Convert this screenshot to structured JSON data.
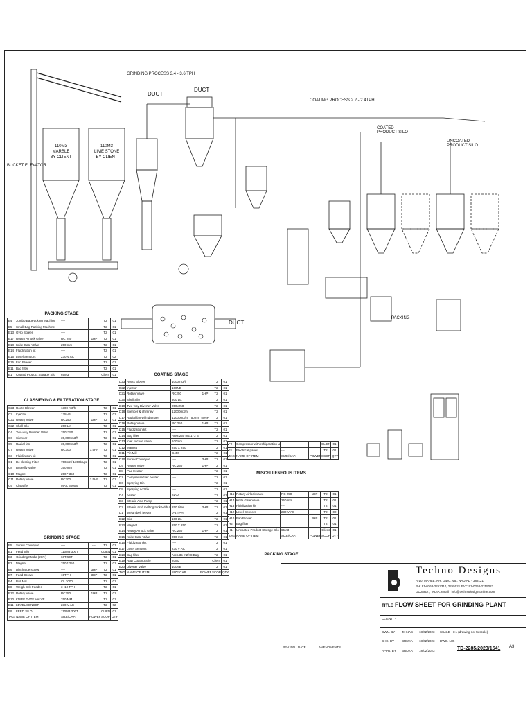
{
  "process_labels": {
    "grinding": "GRINDING PROCESS 3.4 - 3.6 TPH",
    "coating": "COATING PROCESS 2.2 - 2.4TPH",
    "duct1": "DUCT",
    "duct2": "DUCT",
    "duct3": "DUCT",
    "bucket": "BUCKET ELEVATOR",
    "silo1": [
      "110M3",
      "MARBLE",
      "BY CLIENT"
    ],
    "silo2": [
      "110M3",
      "LIME STONE",
      "BY CLIENT"
    ],
    "coated_silo": "COATED PRODUCT SILO",
    "uncoated_silo": "UNCOATED PRODUCT SILO",
    "packing": "PACKING"
  },
  "tables": {
    "packing1": {
      "title": "PACKING STAGE",
      "rows": [
        [
          "E4",
          "Jumbo BagPacking Machine",
          "----",
          "",
          "T2",
          "01"
        ],
        [
          "E5",
          "Small Bag Packing Machine",
          "----",
          "",
          "T2",
          "01"
        ],
        [
          "E13",
          "Gyro Screen",
          "----",
          "",
          "T2",
          "01"
        ],
        [
          "E17",
          "Rotary Airlock valve",
          "RC 250",
          "1HP",
          "T2",
          "01"
        ],
        [
          "E18",
          "Knife Gate Valve",
          "250 mm",
          "",
          "T2",
          "01"
        ],
        [
          "E14",
          "Fluidization kit",
          "----",
          "",
          "T2",
          "01"
        ],
        [
          "E15",
          "Level Sensors",
          "230 V AC",
          "",
          "T2",
          "02"
        ],
        [
          "E16",
          "Fan Blower",
          "",
          "",
          "T2",
          "01"
        ],
        [
          "E11",
          "Bag filter",
          "",
          "",
          "T2",
          "01"
        ],
        [
          "E1",
          "Coated Product Storage Silo",
          "65M3",
          "",
          "Client",
          "01"
        ]
      ]
    },
    "classify": {
      "title": "CLASSIFYING & FILTERATION STAGE",
      "rows": [
        [
          "C23",
          "Roots Blower",
          "1300 m3/h",
          "",
          "T2",
          "01"
        ],
        [
          "C2",
          "Injector",
          "125NB",
          "",
          "T2",
          "01"
        ],
        [
          "C21",
          "Rotary Valve",
          "RC250",
          "1HP",
          "T2",
          "01"
        ],
        [
          "C22",
          "Shell Silo",
          "250 Ltr.",
          "",
          "T2",
          "01"
        ],
        [
          "C4",
          "Two-way Diverter Valve",
          "250x250",
          "",
          "T2",
          "01"
        ],
        [
          "C6",
          "Silencer",
          "35,000 m3/h",
          "",
          "T2",
          "01"
        ],
        [
          "C5",
          "Radial fan",
          "35,000 m3/h",
          "",
          "T2",
          "01"
        ],
        [
          "C7",
          "Rotary Valve",
          "RC300",
          "1.5HP",
          "T2",
          "01"
        ],
        [
          "C3",
          "Fluidization kit",
          "----",
          "",
          "T2",
          "01"
        ],
        [
          "C1",
          "De-dusting Filter",
          "750m2 / 1350bags",
          "",
          "T2",
          "01"
        ],
        [
          "C8",
          "Butterfly Valve",
          "350 mm",
          "",
          "T2",
          "01"
        ],
        [
          "C10",
          "Magnet",
          "250 * 350",
          "",
          "T2",
          "01"
        ],
        [
          "C11",
          "Rotary Valve",
          "RC300",
          "1.5HP",
          "T2",
          "01"
        ],
        [
          "C9",
          "Classifier",
          "MAC 3000S",
          "",
          "T2",
          "01"
        ]
      ]
    },
    "grinding": {
      "title": "GRINDING STAGE",
      "rows": [
        [
          "B5",
          "Screw Conveyor",
          "----",
          "----",
          "T2",
          "01"
        ],
        [
          "B1",
          "Feed Silo",
          "110M3 300T",
          "",
          "CLIENT",
          "01"
        ],
        [
          "B3",
          "Grinding Media (2ST.)",
          "60T/50T",
          "",
          "T2",
          "01"
        ],
        [
          "B2",
          "Magnet",
          "250 * 250",
          "",
          "T2",
          "01"
        ],
        [
          "B6",
          "Discharge screw",
          "----",
          "3HP",
          "T2",
          "01"
        ],
        [
          "B7",
          "Feed Screw",
          "15TPH",
          "3HP",
          "T2",
          "01"
        ],
        [
          "B4",
          "Ball Mill",
          "CL 3000",
          "",
          "T2",
          "01"
        ],
        [
          "B8",
          "Weigh Belt Feeder",
          "3~10 TPH",
          "",
          "T2",
          "01"
        ],
        [
          "B12",
          "Rotary Valve",
          "RC250",
          "1HP",
          "T2",
          "01"
        ],
        [
          "B10",
          "KNIFE GATE VALVE",
          "250 MM",
          "",
          "T2",
          "01"
        ],
        [
          "B11",
          "LEVEL SENSOR",
          "230 V AC",
          "",
          "T2",
          "02"
        ],
        [
          "B9",
          "FEED SILO",
          "110M3 300T",
          "",
          "CLIENT",
          "01"
        ]
      ]
    },
    "coating": {
      "title": "COATING STAGE",
      "rows": [
        [
          "D23",
          "Roots Blower",
          "1000 m3/h",
          "",
          "T2",
          "01"
        ],
        [
          "D22",
          "Injector",
          "100NB",
          "",
          "T2",
          "01"
        ],
        [
          "D21",
          "Rotary Valve",
          "RC250",
          "1HP",
          "T2",
          "01"
        ],
        [
          "D20",
          "Shell Silo",
          "300 Ltr.",
          "",
          "T2",
          "01"
        ],
        [
          "D19",
          "Two-way Diverter Valve",
          "250x250",
          "",
          "T2",
          "01"
        ],
        [
          "D18",
          "Silencer & chimney",
          "12000m3/hr",
          "",
          "T2",
          "01"
        ],
        [
          "D17",
          "Radial fan with damper",
          "12000m3/hr 750mm w.g.",
          "50HP",
          "T2",
          "01"
        ],
        [
          "D16",
          "Rotary Valve",
          "RC 250",
          "1HP",
          "T2",
          "01"
        ],
        [
          "D15",
          "Fluidization kit",
          "----",
          "",
          "T2",
          "01"
        ],
        [
          "D14",
          "Bag filter",
          "Area 250 m2/173 Bags",
          "",
          "T2",
          "01"
        ],
        [
          "D13",
          "Inlet suction valve",
          "100mm",
          "",
          "T2",
          "01"
        ],
        [
          "D12",
          "Magnet",
          "250 X 250",
          "",
          "T2",
          "01"
        ],
        [
          "D11",
          "Pin Mill",
          "C450",
          "",
          "T2",
          "01"
        ],
        [
          "D10",
          "Screw Conveyor",
          "----",
          "3HP",
          "T2",
          "01"
        ],
        [
          "D9",
          "Rotary Valve",
          "RC 250",
          "1HP",
          "T2",
          "01"
        ],
        [
          "D8",
          "Pad Heater",
          "----",
          "",
          "T2",
          "01"
        ],
        [
          "D7",
          "Compressed air heater",
          "----",
          "",
          "T2",
          "01"
        ],
        [
          "D6",
          "Spraying Bin",
          "----",
          "",
          "T2",
          "01"
        ],
        [
          "D5",
          "Spraying nozzle",
          "----",
          "",
          "T2",
          "01"
        ],
        [
          "D4",
          "heater",
          "6KW",
          "",
          "T2",
          "01"
        ],
        [
          "D3",
          "Stearic Acid Pump",
          "----",
          "",
          "T2",
          "01"
        ],
        [
          "D2",
          "Stearic acid melting tank With agitator",
          "250 Liter",
          "3HP",
          "T2",
          "01"
        ],
        [
          "D1",
          "Weigh belt feeder",
          "0-4 TPH",
          "",
          "T2",
          "01"
        ],
        [
          "B12",
          "Silo",
          "100 Ltr.",
          "",
          "T2",
          "01"
        ],
        [
          "B13",
          "Magnet",
          "250 X 250",
          "",
          "T2",
          "01"
        ],
        [
          "B14",
          "Rotary Airlock valve",
          "RC 250",
          "1HP",
          "T2",
          "01"
        ],
        [
          "B15",
          "Knife Gate Valve",
          "250 mm",
          "",
          "T2",
          "01"
        ],
        [
          "B16",
          "Fluidization kit",
          "----",
          "",
          "T2",
          "01"
        ],
        [
          "B17",
          "Level Sensors",
          "230 V AC",
          "",
          "T2",
          "01"
        ],
        [
          "B18",
          "Bag filter",
          "Area 35 m2/48 Bags",
          "",
          "T2",
          "01"
        ],
        [
          "B19",
          "Raw Coating Silo",
          "20M3",
          "",
          "Client",
          "01"
        ],
        [
          "B20",
          "Diverter Valve",
          "100NB",
          "",
          "T2",
          "01"
        ]
      ]
    },
    "misc": {
      "title": "MISCELLENEOUS ITEMS",
      "rows": [
        [
          "F2",
          "Compressor with refrigeration Unit(RA)",
          "----",
          "",
          "CLIENT",
          "01"
        ],
        [
          "F1",
          "Electrical panel",
          "----",
          "",
          "T2",
          "01"
        ]
      ]
    },
    "packing2": {
      "title": "PACKING STAGE",
      "rows": [
        [
          "H15",
          "Rotary Airlock valve",
          "RC 250",
          "1HP",
          "T2",
          "01"
        ],
        [
          "H14",
          "Knife Gate Valve",
          "250 mm",
          "",
          "T2",
          "01"
        ],
        [
          "H13",
          "Fluidization kit",
          "----",
          "",
          "T2",
          "01"
        ],
        [
          "H12",
          "Level Sensors",
          "230 V AC",
          "",
          "T2",
          "02"
        ],
        [
          "H10",
          "Fan Blower",
          "",
          "2HP",
          "T2",
          "01"
        ],
        [
          "H2",
          "Bag filter",
          "",
          "",
          "T2",
          "01"
        ],
        [
          "H1",
          "Uncoated Product Storage Silo",
          "65M3",
          "",
          "Client",
          "01"
        ]
      ]
    },
    "footer": [
      "TAG NO.",
      "NAME OF ITEM",
      "SIZE/CAP.",
      "POWER",
      "SCOPE",
      "QTY."
    ]
  },
  "title_block": {
    "company": "Techno Designs",
    "address1": "A-10, MAHLE, NR. GIDC, VIL. NADIAD - 388121",
    "address2": "PH: 91-0268-2252310, 2255021 FAX: 91-0268-2255022",
    "address3": "GUJARAT, INDIA. email : info@technodesignsonline.com",
    "title_label": "TITLE",
    "title": "FLOW SHEET FOR GRINDING PLANT",
    "client_label": "CLIENT",
    "client": "-",
    "dwn": "DWN. BY",
    "dwn_name": "JIHNAS",
    "dwn_date": "18/02/2023",
    "chk": "CHK. BY",
    "chk_name": "BRIJKA",
    "chk_date": "18/02/2023",
    "appr": "APPR. BY",
    "appr_name": "BRIJKA",
    "appr_date": "18/02/2023",
    "scale": "SCALE - 1:1 (drawing not to scale)",
    "dwg_no_label": "DWG. NO.",
    "dwg_no": "TD-2285/2023/1541",
    "rev_cols": [
      "REV. NO.",
      "DATE",
      "AMENDMENTS"
    ],
    "size": "A3"
  }
}
